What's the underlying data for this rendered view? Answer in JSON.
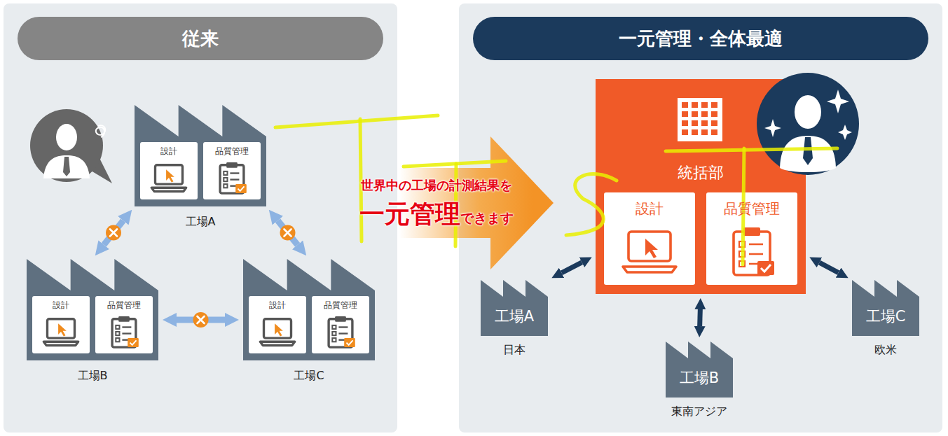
{
  "diagram": {
    "nodes": [
      {
        "text": [
          "従来"
        ]
      },
      {
        "text": [
          "工場A"
        ],
        "in": 0
      },
      {
        "text": [
          "設計"
        ],
        "in": 1
      },
      {
        "text": [
          "品質管理"
        ],
        "in": 1
      },
      {
        "text": [
          "工場B"
        ],
        "in": 0
      },
      {
        "text": [
          "設計"
        ],
        "in": 4
      },
      {
        "text": [
          "品質管理"
        ],
        "in": 4
      },
      {
        "text": [
          "工場C"
        ],
        "in": 0
      },
      {
        "text": [
          "設計"
        ],
        "in": 7
      },
      {
        "text": [
          "品質管理"
        ],
        "in": 7
      },
      {
        "text": [
          "一元管理・全体最適"
        ]
      },
      {
        "text": [
          "統括部"
        ],
        "in": 10
      },
      {
        "text": [
          "設計"
        ],
        "in": 11
      },
      {
        "text": [
          "品質管理"
        ],
        "in": 11
      },
      {
        "text": [
          "工場A",
          "日本"
        ],
        "in": 10
      },
      {
        "text": [
          "工場B",
          "東南アジア"
        ],
        "in": 10
      },
      {
        "text": [
          "工場C",
          "欧米"
        ],
        "in": 10
      }
    ],
    "edges": [
      {
        "from": 1,
        "to": 4,
        "arrow": "both"
      },
      {
        "from": 1,
        "to": 7,
        "arrow": "both"
      },
      {
        "from": 4,
        "to": 7,
        "arrow": "both"
      },
      {
        "from": 11,
        "to": 14,
        "arrow": "both"
      },
      {
        "from": 11,
        "to": 15,
        "arrow": "both"
      },
      {
        "from": 11,
        "to": 16,
        "arrow": "both"
      }
    ],
    "labels": [
      "世界中の工場の計測結果を",
      "一元管理",
      "できます"
    ]
  }
}
